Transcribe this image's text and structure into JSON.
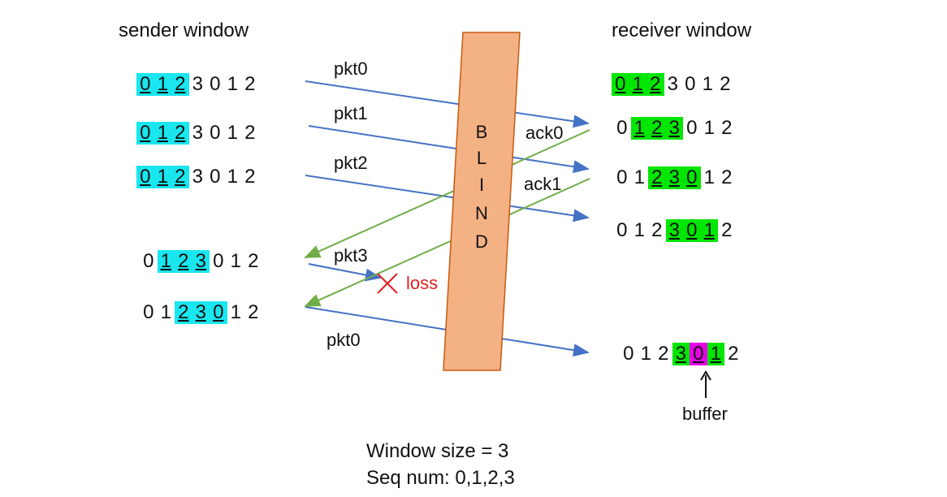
{
  "titles": {
    "sender": "sender window",
    "receiver": "receiver window"
  },
  "colors": {
    "sender_highlight": "#19e6ef",
    "receiver_highlight": "#00e600",
    "buffer_highlight": "#e600e6",
    "packet_arrow": "#4472c4",
    "ack_arrow": "#70ad47",
    "blind_fill": "#f4b183",
    "blind_stroke": "#c55a11",
    "loss_mark": "#e02020"
  },
  "sender_rows": [
    {
      "digits": [
        "0",
        "1",
        "2",
        "3",
        "0",
        "1",
        "2"
      ],
      "highlight": [
        0,
        1,
        2
      ]
    },
    {
      "digits": [
        "0",
        "1",
        "2",
        "3",
        "0",
        "1",
        "2"
      ],
      "highlight": [
        0,
        1,
        2
      ]
    },
    {
      "digits": [
        "0",
        "1",
        "2",
        "3",
        "0",
        "1",
        "2"
      ],
      "highlight": [
        0,
        1,
        2
      ]
    },
    {
      "digits": [
        "0",
        "1",
        "2",
        "3",
        "0",
        "1",
        "2"
      ],
      "highlight": [
        1,
        2,
        3
      ]
    },
    {
      "digits": [
        "0",
        "1",
        "2",
        "3",
        "0",
        "1",
        "2"
      ],
      "highlight": [
        2,
        3,
        4
      ]
    }
  ],
  "receiver_rows": [
    {
      "digits": [
        "0",
        "1",
        "2",
        "3",
        "0",
        "1",
        "2"
      ],
      "highlight": [
        0,
        1,
        2
      ],
      "buffer": []
    },
    {
      "digits": [
        "0",
        "1",
        "2",
        "3",
        "0",
        "1",
        "2"
      ],
      "highlight": [
        1,
        2,
        3
      ],
      "buffer": []
    },
    {
      "digits": [
        "0",
        "1",
        "2",
        "3",
        "0",
        "1",
        "2"
      ],
      "highlight": [
        2,
        3,
        4
      ],
      "buffer": []
    },
    {
      "digits": [
        "0",
        "1",
        "2",
        "3",
        "0",
        "1",
        "2"
      ],
      "highlight": [
        3,
        4,
        5
      ],
      "buffer": []
    },
    {
      "digits": [
        "0",
        "1",
        "2",
        "3",
        "0",
        "1",
        "2"
      ],
      "highlight": [
        3,
        5
      ],
      "buffer": [
        4
      ]
    }
  ],
  "packets": {
    "pkt0": "pkt0",
    "pkt1": "pkt1",
    "pkt2": "pkt2",
    "pkt3": "pkt3",
    "pkt0_retx": "pkt0"
  },
  "acks": {
    "ack0": "ack0",
    "ack1": "ack1"
  },
  "blind_letters": [
    "B",
    "L",
    "I",
    "N",
    "D"
  ],
  "loss_label": "loss",
  "buffer_label": "buffer",
  "footer": {
    "window_size": "Window size = 3",
    "seq_num": "Seq num: 0,1,2,3"
  }
}
